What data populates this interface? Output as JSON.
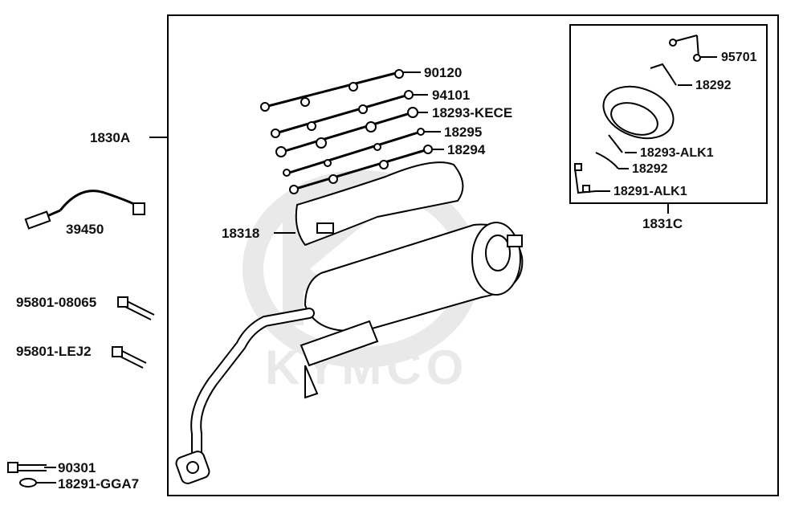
{
  "watermark": {
    "text": "KYMCO"
  },
  "labels": {
    "assembly_main": "1830A",
    "sensor": "39450",
    "bolt_a": "95801-08065",
    "bolt_b": "95801-LEJ2",
    "bolt_c": "90301",
    "gasket": "18291-GGA7",
    "heat_shield": "18318",
    "screw_90120": "90120",
    "washer_94101": "94101",
    "collar_kece": "18293-KECE",
    "part_18295": "18295",
    "part_18294": "18294",
    "inset_assembly": "1831C",
    "inset_95701": "95701",
    "inset_18292_top": "18292",
    "inset_alk1_collar": "18293-ALK1",
    "inset_18292_bottom": "18292",
    "inset_alk1_gasket": "18291-ALK1"
  }
}
